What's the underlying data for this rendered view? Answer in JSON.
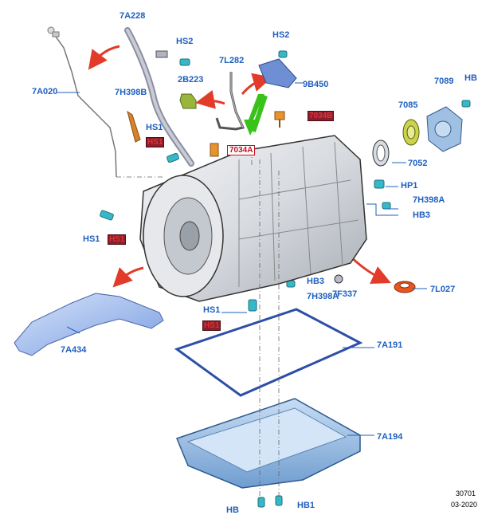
{
  "labels": {
    "l_7a228": "7A228",
    "l_hs2_a": "HS2",
    "l_hs2_b": "HS2",
    "l_7l282": "7L282",
    "l_7089": "7089",
    "l_hb_top": "HB",
    "l_7a020": "7A020",
    "l_2b223": "2B223",
    "l_9b450": "9B450",
    "l_7h398b": "7H398B",
    "l_7085": "7085",
    "l_hs1_a": "HS1",
    "l_7052": "7052",
    "l_hp1": "HP1",
    "l_7h398a_a": "7H398A",
    "l_hb3_a": "HB3",
    "l_hs1_b": "HS1",
    "l_hb3_b": "HB3",
    "l_7h398a_b": "7H398A",
    "l_7f337": "7F337",
    "l_7l027": "7L027",
    "l_hs1_c": "HS1",
    "l_7a434": "7A434",
    "l_7a191": "7A191",
    "l_7a194": "7A194",
    "l_hb1": "HB1",
    "l_hb_bottom": "HB"
  },
  "boxed_labels": {
    "b_7034a": "7034A",
    "b_7034b": "7034B",
    "b_hs1_a": "HS1",
    "b_hs1_b": "HS1",
    "b_hs1_c": "HS1"
  },
  "footer": {
    "code": "30701",
    "date": "03-2020"
  },
  "colors": {
    "label_blue": "#1f5fbf",
    "highlight_red": "#c1121f",
    "arrow_red": "#e23b2a",
    "arrow_green": "#39c21a",
    "part_blue": "#8fb4e3",
    "gasket_blue": "#3b5fb5",
    "seal_orange": "#e8571e"
  }
}
